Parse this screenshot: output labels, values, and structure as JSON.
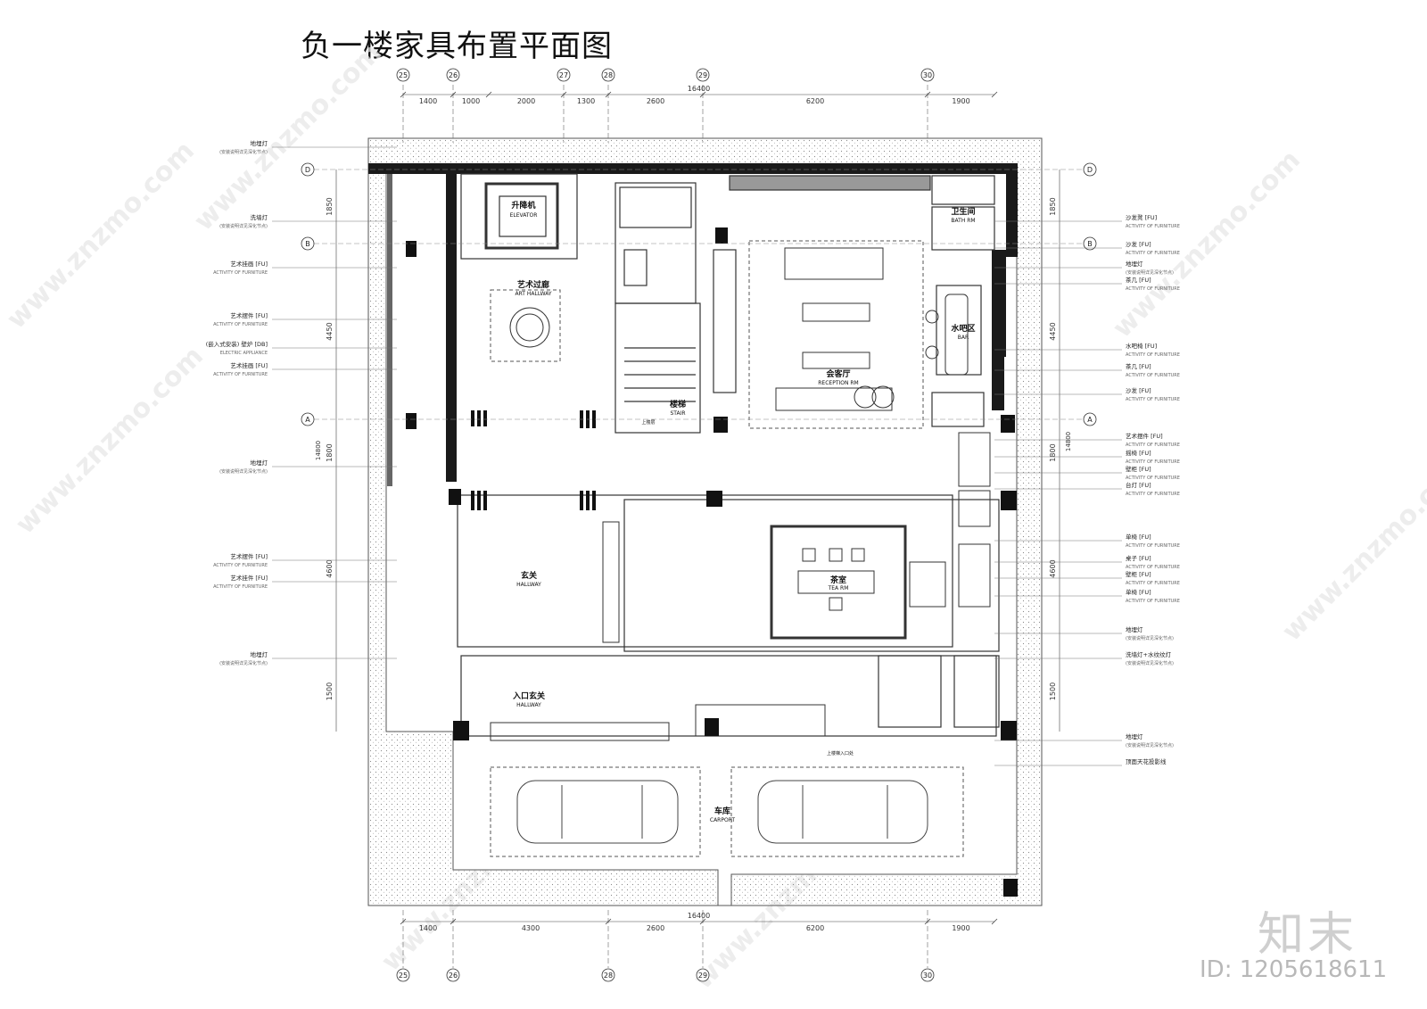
{
  "title": "负一楼家具布置平面图",
  "grid_top": [
    "25",
    "26",
    "27",
    "28",
    "29",
    "30"
  ],
  "grid_bottom": [
    "25",
    "26",
    "28",
    "29",
    "30"
  ],
  "grid_side": [
    "D",
    "B",
    "A"
  ],
  "dims_top": [
    "1400",
    "1000",
    "2000",
    "1300",
    "2600",
    "6200",
    "1900"
  ],
  "dims_bottom": [
    "1400",
    "4300",
    "2600",
    "6200",
    "1900"
  ],
  "dim_total": "16400",
  "dims_left": [
    "1850",
    "4450",
    "1800",
    "4600",
    "1500"
  ],
  "dim_left_total": "14800",
  "rooms": {
    "elevator": {
      "cn": "升降机",
      "en": "ELEVATOR"
    },
    "art_hallway": {
      "cn": "艺术过廊",
      "en": "ART HALLWAY"
    },
    "stair": {
      "cn": "楼梯",
      "en": "STAIR"
    },
    "reception": {
      "cn": "会客厅",
      "en": "RECEPTION RM"
    },
    "bath": {
      "cn": "卫生间",
      "en": "BATH RM"
    },
    "bar": {
      "cn": "水吧区",
      "en": "BAR"
    },
    "hallway": {
      "cn": "玄关",
      "en": "HALLWAY"
    },
    "tea": {
      "cn": "茶室",
      "en": "TEA RM"
    },
    "entry_hallway": {
      "cn": "入口玄关",
      "en": "HALLWAY"
    },
    "carport": {
      "cn": "车库",
      "en": "CARPORT"
    },
    "up_stair": "上楼层",
    "up_stair2": "上楼梯入口处"
  },
  "left_notes": [
    {
      "main": "地埋灯",
      "sub": "(安装说明详见深化节点)"
    },
    {
      "main": "洗墙灯",
      "sub": "(安装说明详见深化节点)"
    },
    {
      "main": "艺术挂画",
      "tag": "FU",
      "sub": "ACTIVITY OF FURNITURE"
    },
    {
      "main": "艺术摆件",
      "tag": "FU",
      "sub": "ACTIVITY OF FURNITURE"
    },
    {
      "main": "(嵌入式安装) 壁炉",
      "tag": "DB",
      "sub": "ELECTRIC APPLIANCE"
    },
    {
      "main": "艺术挂画",
      "tag": "FU",
      "sub": "ACTIVITY OF FURNITURE"
    },
    {
      "main": "地埋灯",
      "sub": "(安装说明详见深化节点)"
    },
    {
      "main": "艺术摆件",
      "tag": "FU",
      "sub": "ACTIVITY OF FURNITURE"
    },
    {
      "main": "艺术挂件",
      "tag": "FU",
      "sub": "ACTIVITY OF FURNITURE"
    },
    {
      "main": "地埋灯",
      "sub": "(安装说明详见深化节点)"
    }
  ],
  "right_notes": [
    {
      "main": "沙发凳",
      "tag": "FU",
      "sub": "ACTIVITY OF FURNITURE"
    },
    {
      "main": "沙发",
      "tag": "FU",
      "sub": "ACTIVITY OF FURNITURE"
    },
    {
      "main": "地埋灯",
      "sub": "(安装说明详见深化节点)"
    },
    {
      "main": "茶几",
      "tag": "FU",
      "sub": "ACTIVITY OF FURNITURE"
    },
    {
      "main": "水吧椅",
      "tag": "FU",
      "sub": "ACTIVITY OF FURNITURE"
    },
    {
      "main": "茶几",
      "tag": "FU",
      "sub": "ACTIVITY OF FURNITURE"
    },
    {
      "main": "沙发",
      "tag": "FU",
      "sub": "ACTIVITY OF FURNITURE"
    },
    {
      "main": "艺术摆件",
      "tag": "FU",
      "sub": "ACTIVITY OF FURNITURE"
    },
    {
      "main": "摇椅",
      "tag": "FU",
      "sub": "ACTIVITY OF FURNITURE"
    },
    {
      "main": "壁柜",
      "tag": "FU",
      "sub": "ACTIVITY OF FURNITURE"
    },
    {
      "main": "台灯",
      "tag": "FU",
      "sub": "ACTIVITY OF FURNITURE"
    },
    {
      "main": "单椅",
      "tag": "FU",
      "sub": "ACTIVITY OF FURNITURE"
    },
    {
      "main": "桌子",
      "tag": "FU",
      "sub": "ACTIVITY OF FURNITURE"
    },
    {
      "main": "壁柜",
      "tag": "FU",
      "sub": "ACTIVITY OF FURNITURE"
    },
    {
      "main": "单椅",
      "tag": "FU",
      "sub": "ACTIVITY OF FURNITURE"
    },
    {
      "main": "地埋灯",
      "sub": "(安装说明详见深化节点)"
    },
    {
      "main": "洗墙灯+水纹纹灯",
      "sub": "(安装说明详见深化节点)"
    },
    {
      "main": "地埋灯",
      "sub": "(安装说明详见深化节点)"
    },
    {
      "main": "顶面天花投影线",
      "sub": ""
    }
  ],
  "watermark": "www.znzmo.com",
  "logo_text": "知末",
  "id_text": "ID: 1205618611"
}
